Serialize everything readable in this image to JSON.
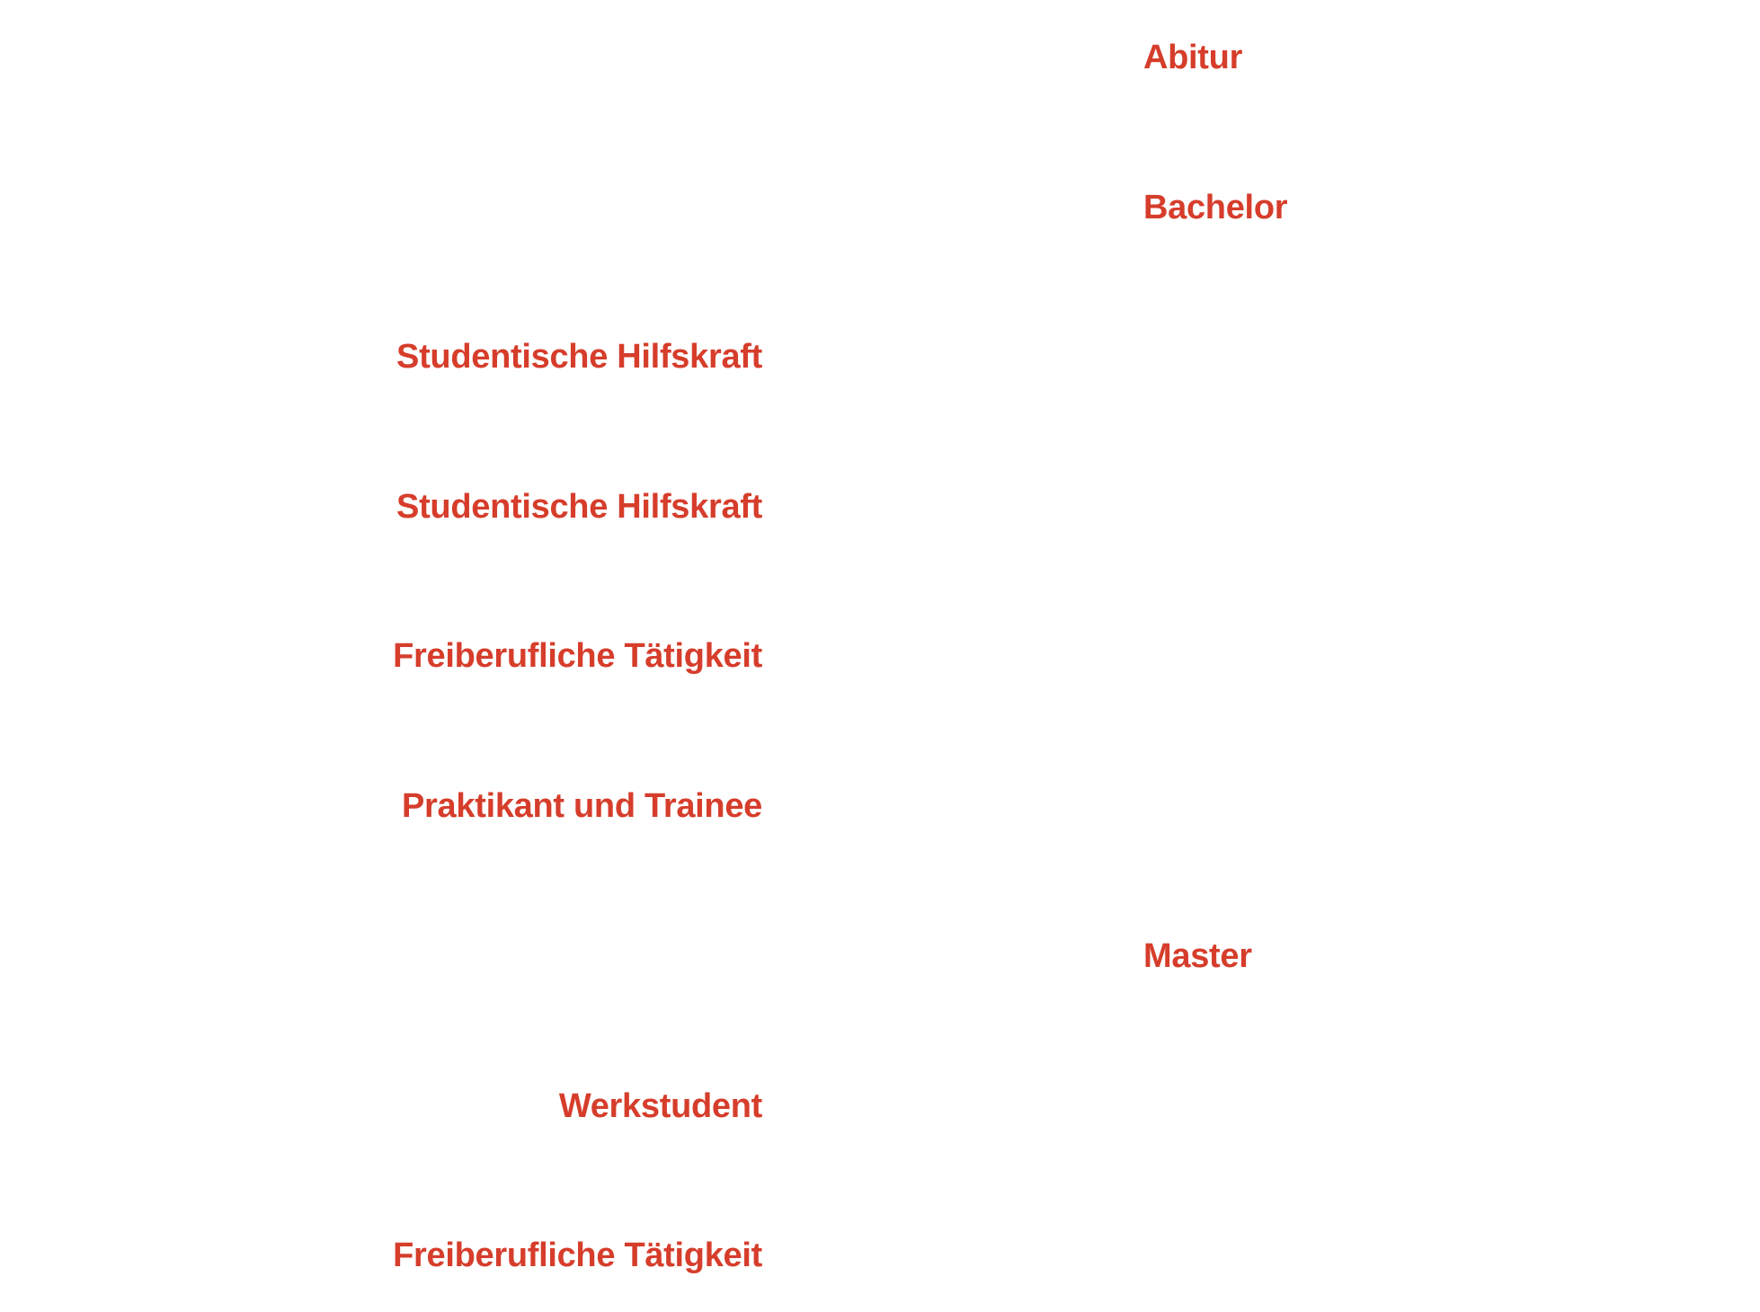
{
  "accent_color": "#d63d2b",
  "timeline": {
    "education": {
      "abitur": "Abitur",
      "bachelor": "Bachelor",
      "master": "Master"
    },
    "experience": {
      "hilfskraft_1": "Studentische Hilfskraft",
      "hilfskraft_2": "Studentische Hilfskraft",
      "freiberuflich_1": "Freiberufliche Tätigkeit",
      "praktikant": "Praktikant und Trainee",
      "werkstudent": "Werkstudent",
      "freiberuflich_2": "Freiberufliche Tätigkeit"
    }
  }
}
